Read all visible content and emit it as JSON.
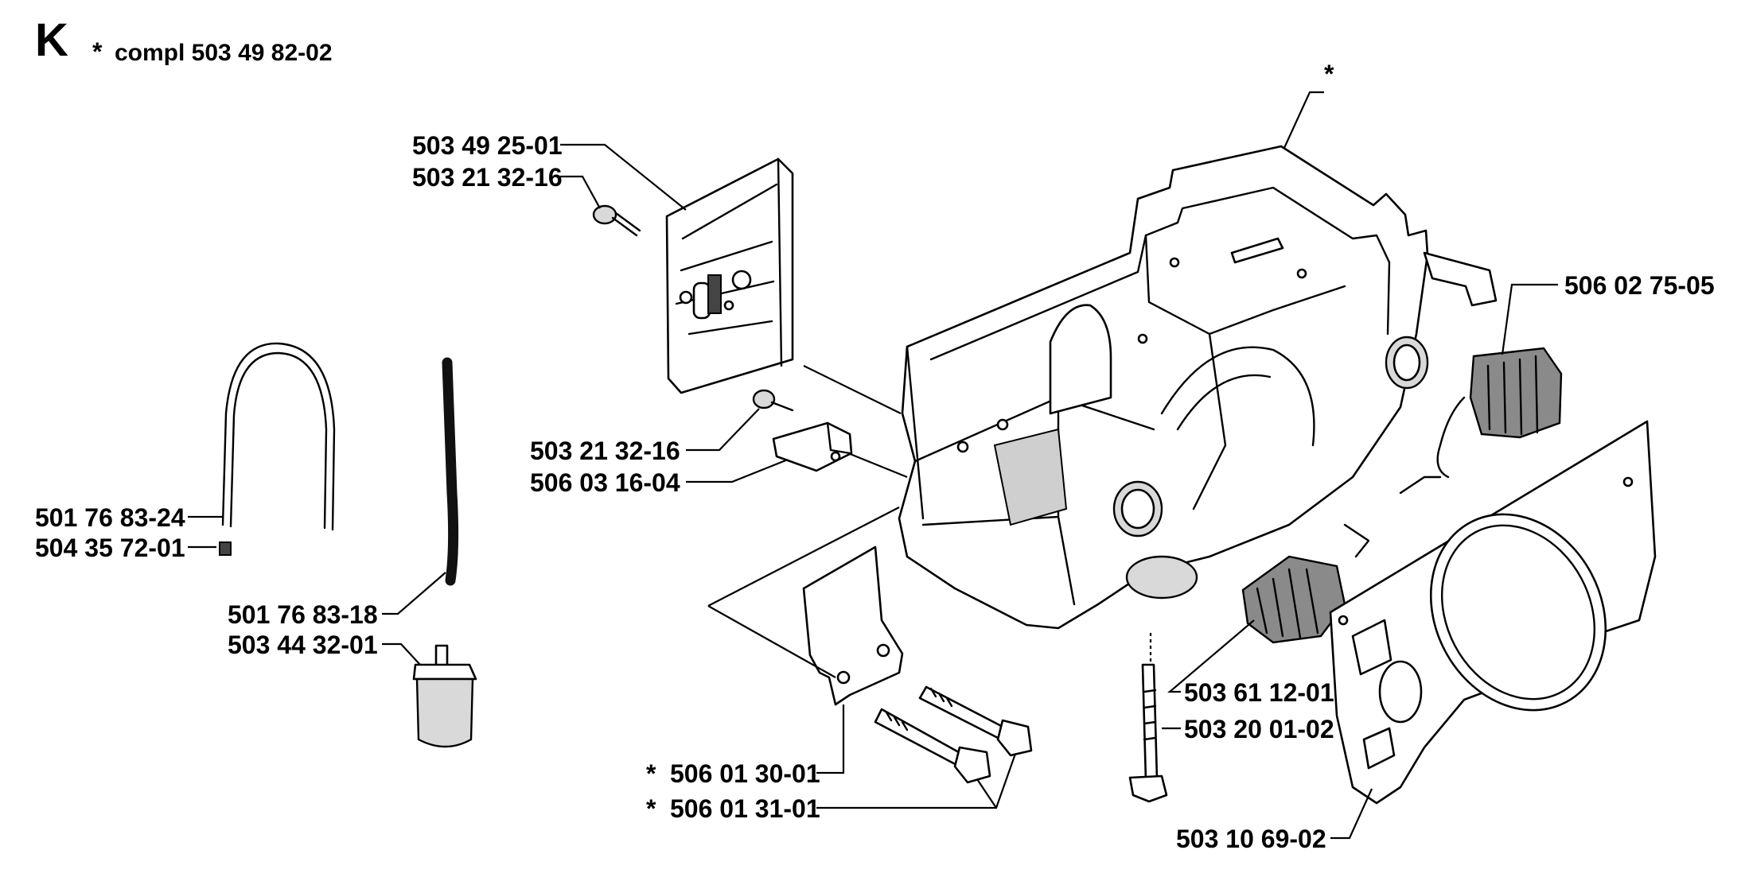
{
  "header": {
    "section_letter": "K",
    "asterisk": "*",
    "assembly_label": "compl 503 49 82-02"
  },
  "assembly_marker": "*",
  "parts": [
    {
      "key": "guide_plate",
      "label": "503 49 25-01",
      "asterisk": ""
    },
    {
      "key": "guide_plate_screw",
      "label": "503 21 32-16",
      "asterisk": ""
    },
    {
      "key": "oil_pipe",
      "label": "501 76 83-24",
      "asterisk": ""
    },
    {
      "key": "plug",
      "label": "504 35 72-01",
      "asterisk": ""
    },
    {
      "key": "fuel_hose",
      "label": "501 76 83-18",
      "asterisk": ""
    },
    {
      "key": "fuel_filter",
      "label": "503 44 32-01",
      "asterisk": ""
    },
    {
      "key": "bracket_screw",
      "label": "503 21 32-16",
      "asterisk": ""
    },
    {
      "key": "bracket",
      "label": "506 03 16-04",
      "asterisk": ""
    },
    {
      "key": "chain_catcher_plate",
      "label": "506 01 30-01",
      "asterisk": "*"
    },
    {
      "key": "bolts",
      "label": "506 01 31-01",
      "asterisk": "*"
    },
    {
      "key": "av_element_upper",
      "label": "506 02 75-05",
      "asterisk": ""
    },
    {
      "key": "av_element_lower",
      "label": "503 61 12-01",
      "asterisk": ""
    },
    {
      "key": "long_bolt",
      "label": "503 20 01-02",
      "asterisk": ""
    },
    {
      "key": "gasket",
      "label": "503 10 69-02",
      "asterisk": ""
    }
  ]
}
